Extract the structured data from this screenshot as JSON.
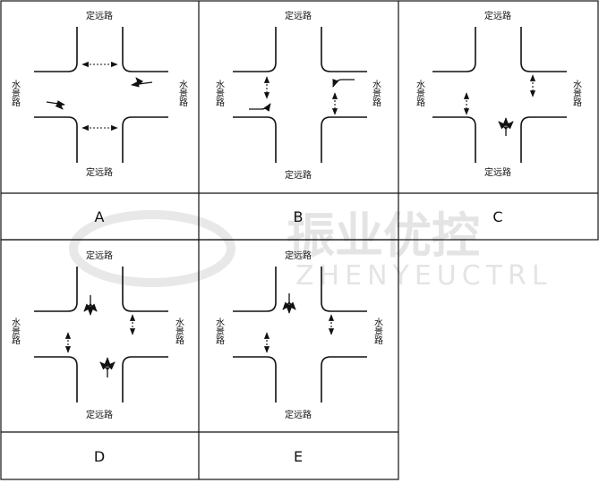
{
  "labels": {
    "ns_road": "定远路",
    "ew_road": [
      "水",
      "景",
      "路"
    ]
  },
  "watermark": {
    "cn": "振业优控",
    "en": "ZHENYEUCTRL"
  },
  "phases": [
    {
      "letter": "A"
    },
    {
      "letter": "B"
    },
    {
      "letter": "C"
    },
    {
      "letter": "D"
    },
    {
      "letter": "E"
    }
  ],
  "colors": {
    "line": "#111111",
    "watermark": "#e2e2e2"
  }
}
